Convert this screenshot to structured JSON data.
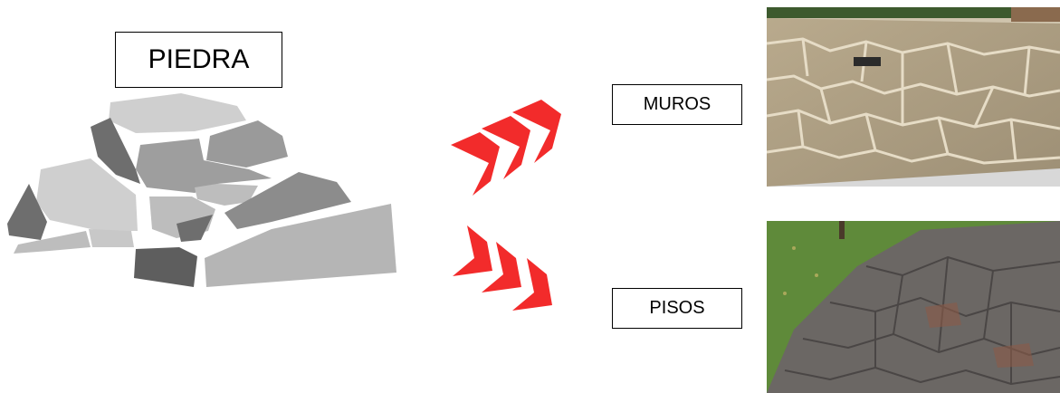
{
  "labels": {
    "source": "PIEDRA",
    "use_walls": "MUROS",
    "use_floors": "PISOS"
  },
  "colors": {
    "arrow": "#f22b2b",
    "stone_light": "#c8c8c8",
    "stone_mid": "#a6a6a6",
    "stone_dark": "#6e6e6e"
  },
  "icons": {
    "stone": "stone-pile-icon",
    "arrow": "triple-chevron-arrow-icon"
  },
  "images": {
    "walls_photo": "stone-wall-photo",
    "floors_photo": "flagstone-path-photo"
  }
}
